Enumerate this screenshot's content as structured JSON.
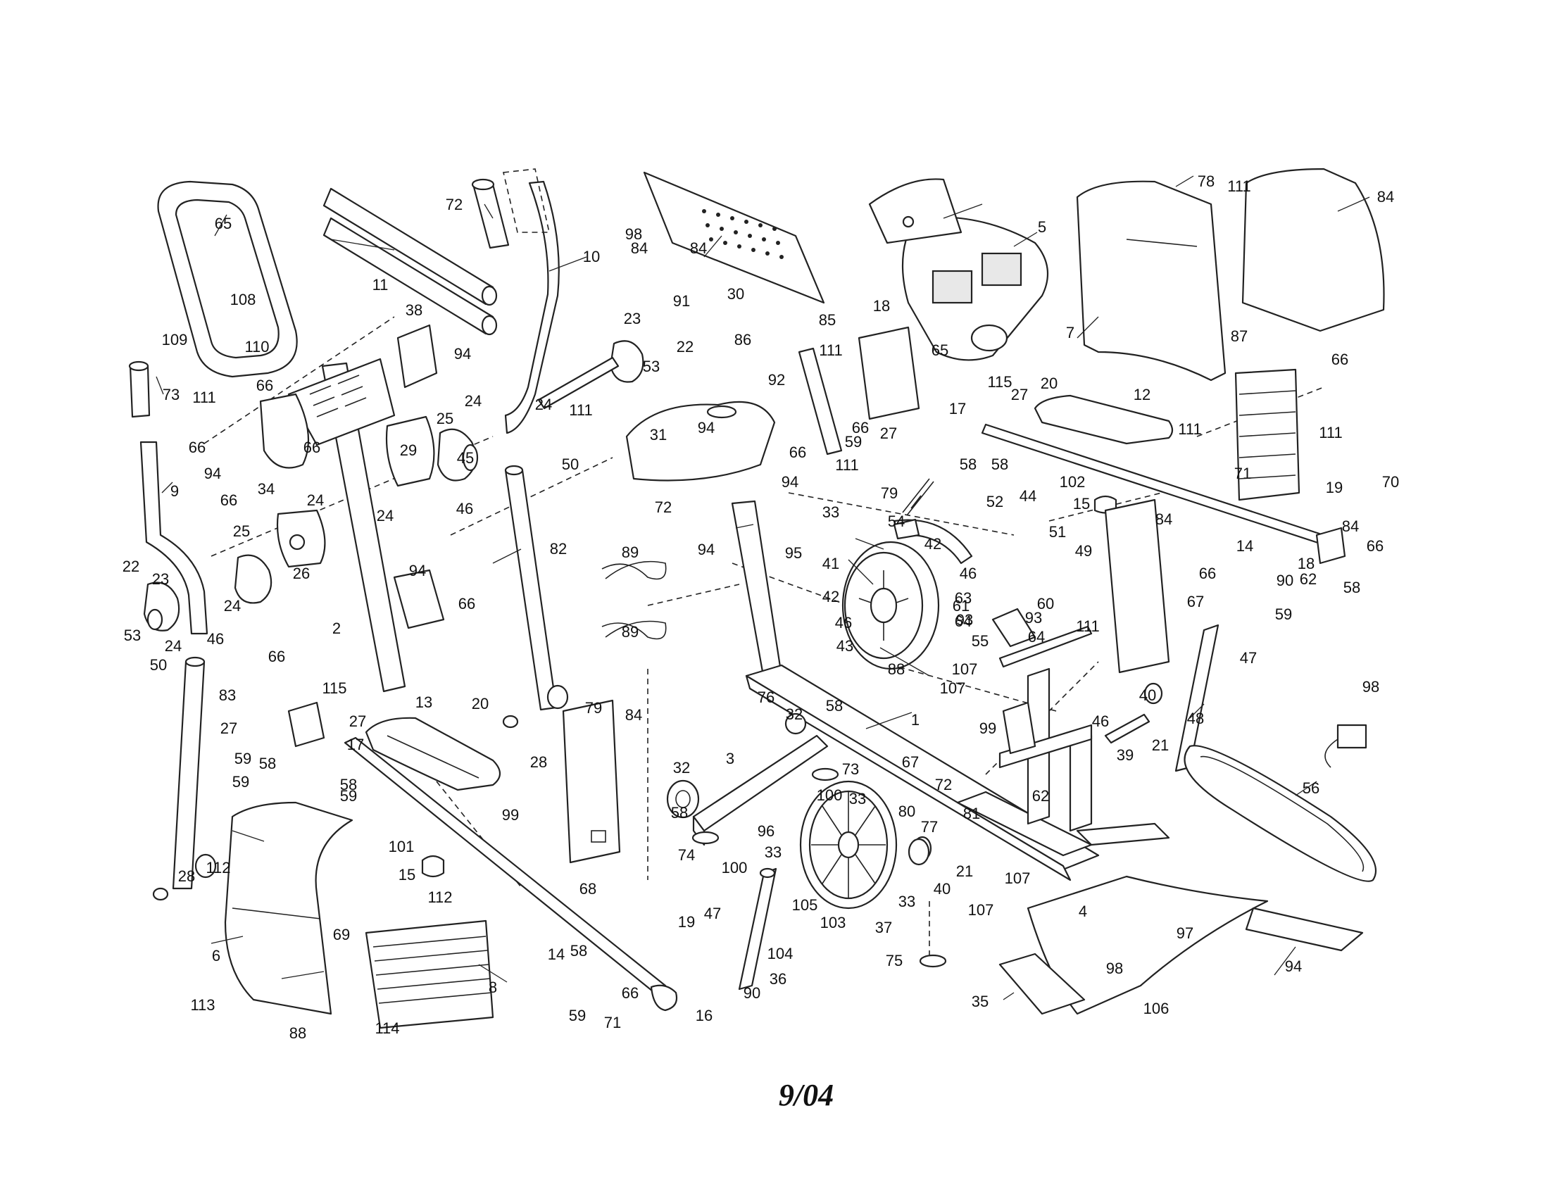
{
  "labels": [
    "1",
    "2",
    "3",
    "4",
    "5",
    "6",
    "7",
    "8",
    "9",
    "10",
    "11",
    "12",
    "13",
    "14",
    "14",
    "15",
    "15",
    "16",
    "17",
    "17",
    "18",
    "18",
    "19",
    "19",
    "20",
    "20",
    "21",
    "21",
    "22",
    "22",
    "23",
    "23",
    "24",
    "24",
    "24",
    "24",
    "24",
    "24",
    "25",
    "25",
    "26",
    "27",
    "27",
    "27",
    "27",
    "28",
    "28",
    "29",
    "30",
    "31",
    "32",
    "32",
    "33",
    "33",
    "33",
    "33",
    "34",
    "35",
    "36",
    "37",
    "38",
    "39",
    "40",
    "40",
    "41",
    "42",
    "42",
    "43",
    "44",
    "45",
    "46",
    "46",
    "46",
    "46",
    "46",
    "47",
    "47",
    "48",
    "49",
    "50",
    "50",
    "51",
    "52",
    "53",
    "53",
    "54",
    "55",
    "56",
    "58",
    "58",
    "58",
    "58",
    "58",
    "58",
    "58",
    "58",
    "59",
    "59",
    "59",
    "59",
    "59",
    "59",
    "60",
    "61",
    "62",
    "62",
    "63",
    "64",
    "64",
    "65",
    "65",
    "66",
    "66",
    "66",
    "66",
    "66",
    "66",
    "66",
    "66",
    "66",
    "66",
    "66",
    "66",
    "67",
    "67",
    "68",
    "69",
    "70",
    "71",
    "71",
    "72",
    "72",
    "72",
    "73",
    "73",
    "74",
    "75",
    "76",
    "77",
    "78",
    "79",
    "79",
    "80",
    "81",
    "82",
    "83",
    "84",
    "84",
    "84",
    "84",
    "84",
    "84",
    "85",
    "86",
    "87",
    "88",
    "88",
    "89",
    "89",
    "90",
    "90",
    "91",
    "92",
    "93",
    "93",
    "94",
    "94",
    "94",
    "94",
    "94",
    "94",
    "94",
    "95",
    "96",
    "97",
    "98",
    "98",
    "98",
    "99",
    "99",
    "100",
    "100",
    "101",
    "102",
    "103",
    "104",
    "105",
    "106",
    "107",
    "107",
    "107",
    "107",
    "108",
    "109",
    "110",
    "111",
    "111",
    "111",
    "111",
    "111",
    "111",
    "111",
    "111",
    "112",
    "112",
    "113",
    "114",
    "115",
    "115"
  ],
  "footer": {
    "date": "9/04"
  }
}
